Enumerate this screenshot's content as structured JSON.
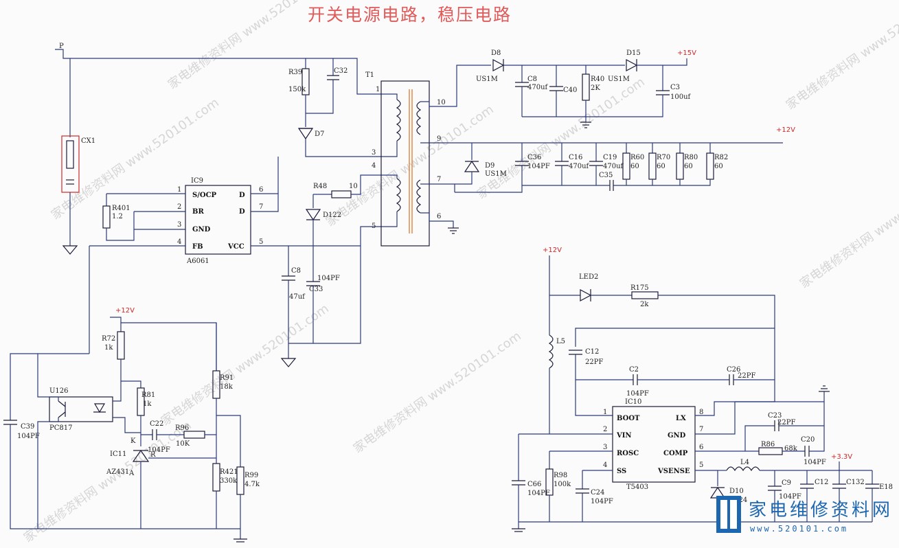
{
  "title": "开关电源电路，稳压电路",
  "rails": {
    "p": "P",
    "v15": "+15V",
    "v12_main": "+12V",
    "v12_fb": "+12V",
    "v12_buck": "+12V",
    "v33": "+3.3V"
  },
  "ic9": {
    "ref": "IC9",
    "part": "A6061",
    "pins_left": [
      {
        "num": "1",
        "name": "S/OCP"
      },
      {
        "num": "2",
        "name": "BR"
      },
      {
        "num": "3",
        "name": "GND"
      },
      {
        "num": "4",
        "name": "FB"
      }
    ],
    "pins_right": [
      {
        "num": "6",
        "name": "D"
      },
      {
        "num": "7",
        "name": "D"
      },
      {
        "num": "5",
        "name": "VCC"
      }
    ]
  },
  "ic10": {
    "ref": "IC10",
    "part": "T5403",
    "pins_left": [
      {
        "num": "1",
        "name": "BOOT"
      },
      {
        "num": "2",
        "name": "VIN"
      },
      {
        "num": "3",
        "name": "ROSC"
      },
      {
        "num": "4",
        "name": "SS"
      }
    ],
    "pins_right": [
      {
        "num": "8",
        "name": "LX"
      },
      {
        "num": "7",
        "name": "GND"
      },
      {
        "num": "6",
        "name": "COMP"
      },
      {
        "num": "5",
        "name": "VSENSE"
      }
    ]
  },
  "transformer": {
    "ref": "T1",
    "pins": [
      "1",
      "3",
      "4",
      "5",
      "10",
      "9",
      "7",
      "6"
    ]
  },
  "components": {
    "cx1": "CX1",
    "r39": "R39",
    "r39_val": "150k",
    "c32": "C32",
    "d7": "D7",
    "r48": "R48",
    "r48_val": "10",
    "d122": "D122",
    "r401": "R401",
    "r401_val": "1.2",
    "c8_cap": "C8",
    "c8_val": "47uf",
    "c33": "C33",
    "c33_val": "104PF",
    "d8": "D8",
    "d8_val": "US1M",
    "c8": "C8",
    "c8b_val": "470uf",
    "c40": "C40",
    "r40": "R40",
    "r40_val": "2K",
    "d15": "D15",
    "d15_val": "US1M",
    "c3": "C3",
    "c3_val": "100uf",
    "d9": "D9",
    "d9_val": "US1M",
    "c36": "C36",
    "c36_val": "104PF",
    "c16": "C16",
    "c16_val": "470uf",
    "c19": "C19",
    "c19_val": "470uf",
    "c35": "C35",
    "r60": "R60",
    "r60_val": "60",
    "r70": "R70",
    "r70_val": "60",
    "r80": "R80",
    "r80_val": "60",
    "r82": "R82",
    "r82_val": "60",
    "r72": "R72",
    "r72_val": "1k",
    "r91": "R91",
    "r91_val": "18k",
    "u126": "U126",
    "pc817": "PC817",
    "r81": "R81",
    "r81_val": "1k",
    "c22": "C22",
    "c22_val": "104PF",
    "r96": "R96",
    "r96_val": "10K",
    "ic11": "IC11",
    "az431": "AZ431",
    "pin_k": "K",
    "pin_r": "R",
    "pin_a": "A",
    "r421": "R421",
    "r421_val": "330k",
    "r99": "R99",
    "r99_val": "4.7k",
    "c39": "C39",
    "c39_val": "104PF",
    "led2": "LED2",
    "r175": "R175",
    "r175_val": "2k",
    "l5": "L5",
    "c12": "C12",
    "c12_val": "22PF",
    "c2": "C2",
    "c2_val": "104PF",
    "c26": "C26",
    "c26_val": "22PF",
    "c23": "C23",
    "c23_val": "22PF",
    "r86": "R86",
    "r86_val": "68k",
    "c20": "C20",
    "c20_val": "104PF",
    "l4": "L4",
    "c66": "C66",
    "c66_val": "104PF",
    "r98": "R98",
    "r98_val": "100k",
    "c24": "C24",
    "c24_val": "104PF",
    "d10": "D10",
    "d10_val": "SS24",
    "c9": "C9",
    "c9_val": "104PF",
    "c12b": "C12",
    "c132": "C132",
    "e18": "E18"
  },
  "watermark": "家电维修资料网 www.520101.com",
  "logo": {
    "text": "家电维修资料网",
    "url": "www.520101.com"
  },
  "colors": {
    "title": "#e05a5a",
    "wire": "#2a3a7a",
    "rail_label": "#d02828",
    "logo": "#1d66b0"
  }
}
